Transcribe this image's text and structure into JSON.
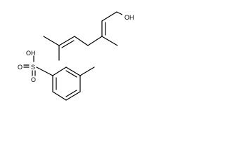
{
  "diagram": {
    "molecules": [
      {
        "id": "geraniol",
        "labels": {
          "hydroxyl": "OH"
        }
      },
      {
        "id": "p-toluenesulfonic-acid",
        "labels": {
          "hydroxyl": "OH",
          "sulfur": "S",
          "oxygen_top": "O",
          "oxygen_bottom": "O"
        }
      }
    ]
  }
}
